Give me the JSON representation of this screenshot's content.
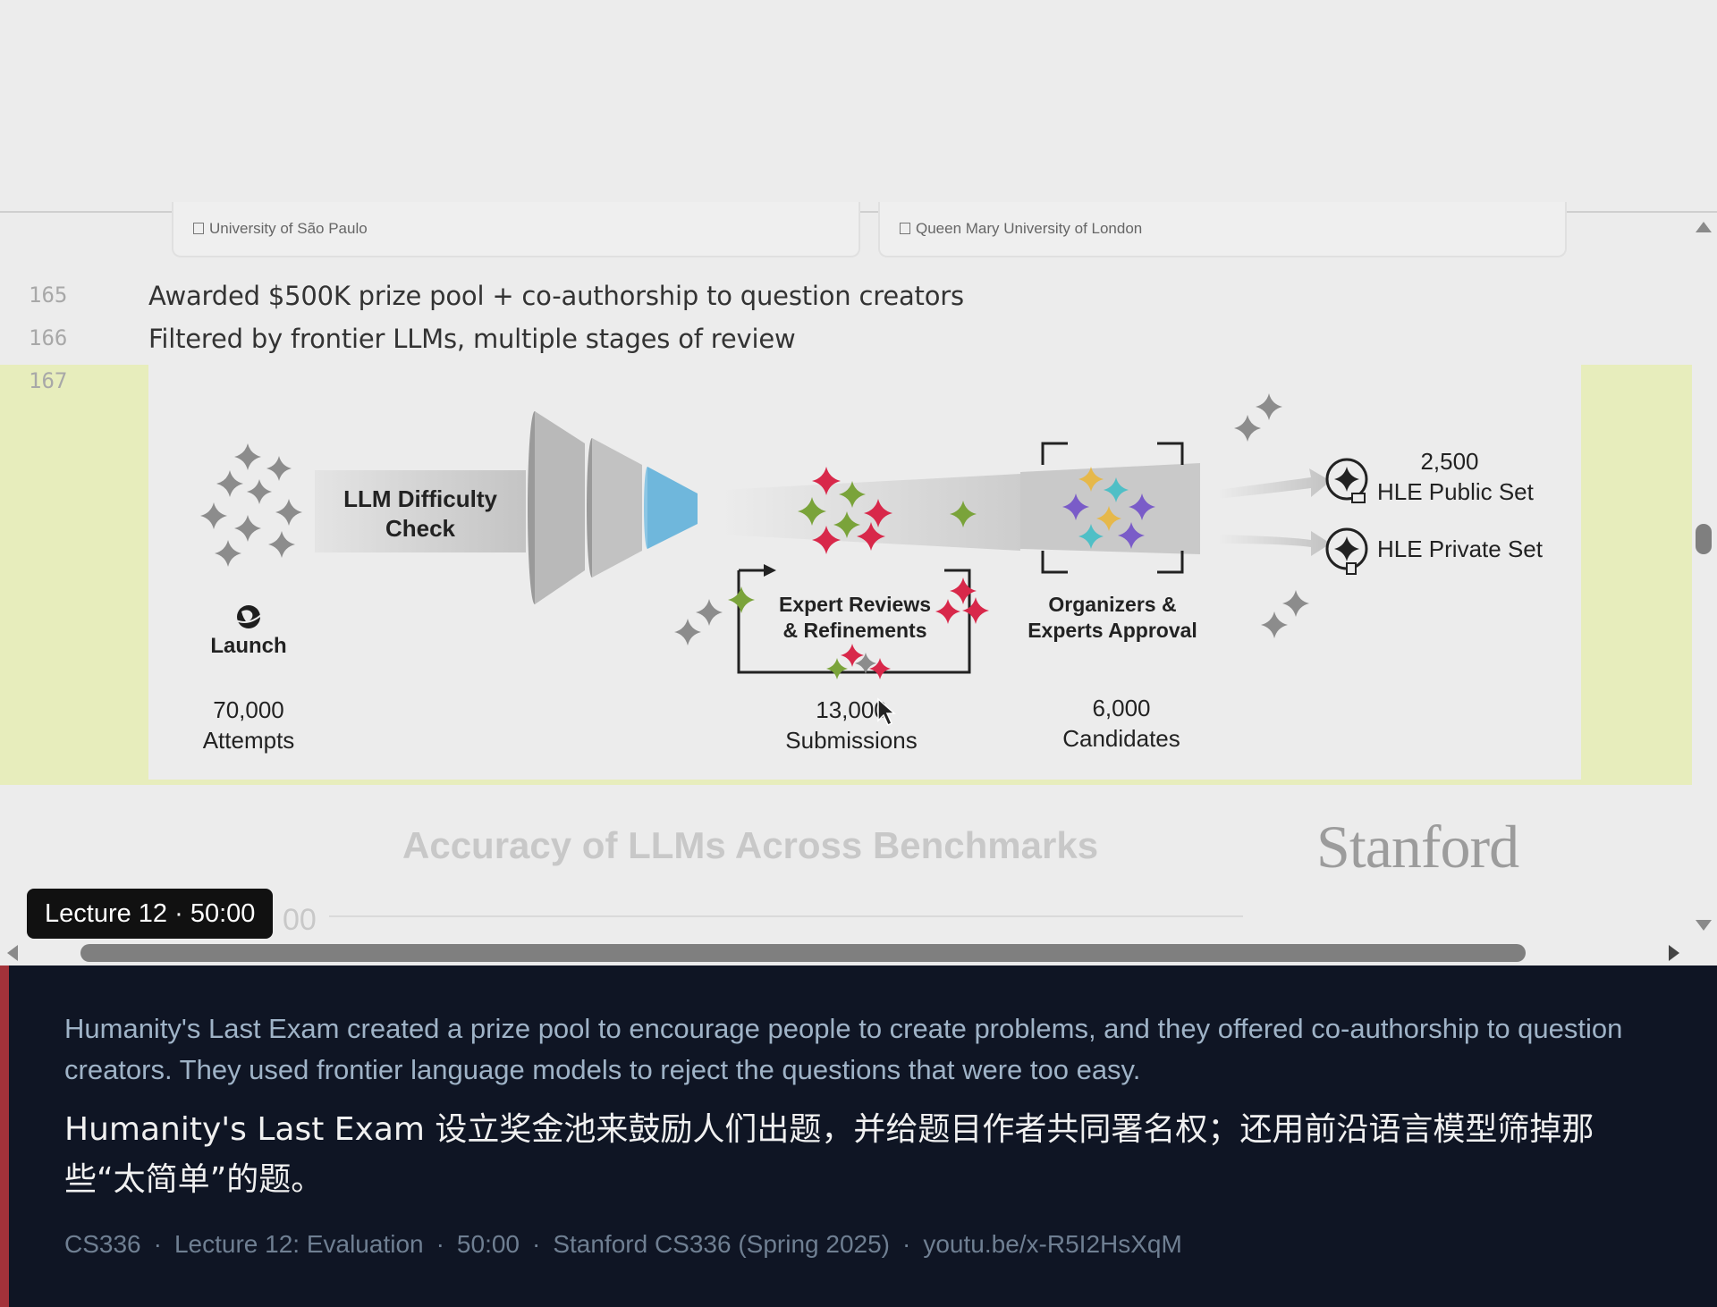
{
  "cards": [
    {
      "institution": "University of São Paulo"
    },
    {
      "institution": "Queen Mary University of London"
    }
  ],
  "lines": [
    {
      "number": "165",
      "text": "Awarded $500K prize pool + co-authorship to question creators"
    },
    {
      "number": "166",
      "text": "Filtered by frontier LLMs, multiple stages of review"
    },
    {
      "number": "167",
      "text": ""
    }
  ],
  "figure": {
    "difficulty_check": "LLM Difficulty\nCheck",
    "launch": "Launch",
    "attempts": "70,000\nAttempts",
    "expert_reviews": "Expert Reviews\n& Refinements",
    "submissions": "13,000\nSubmissions",
    "organizers": "Organizers &\nExperts Approval",
    "candidates": "6,000\nCandidates",
    "public_count": "2,500",
    "public_set": "HLE Public Set",
    "private_set": "HLE Private Set"
  },
  "next_slide": {
    "title": "Accuracy of LLMs Across Benchmarks",
    "brand": "Stanford",
    "axis_tick": "00"
  },
  "badge": "Lecture 12 · 50:00",
  "caption": {
    "english": "Humanity's Last Exam created a prize pool to encourage people to create problems, and they offered co-authorship to question creators. They used frontier language models to reject the questions that were too easy.",
    "chinese": "Humanity's Last Exam 设立奖金池来鼓励人们出题，并给题目作者共同署名权；还用前沿语言模型筛掉那些“太简单”的题。",
    "meta": [
      "CS336",
      "Lecture 12: Evaluation",
      "50:00",
      "Stanford CS336 (Spring 2025)",
      "youtu.be/x-R5I2HsXqM"
    ]
  },
  "colors": {
    "highlight_band": "#e7edbc",
    "caption_bg": "#0f1524",
    "accent_bar": "#a3323a",
    "star_red": "#d8284a",
    "star_green": "#7aa33a",
    "star_purple": "#7a5cc8",
    "star_teal": "#4fbfc6",
    "star_yellow": "#e6b84a",
    "funnel_blue": "#6fb7dc"
  }
}
